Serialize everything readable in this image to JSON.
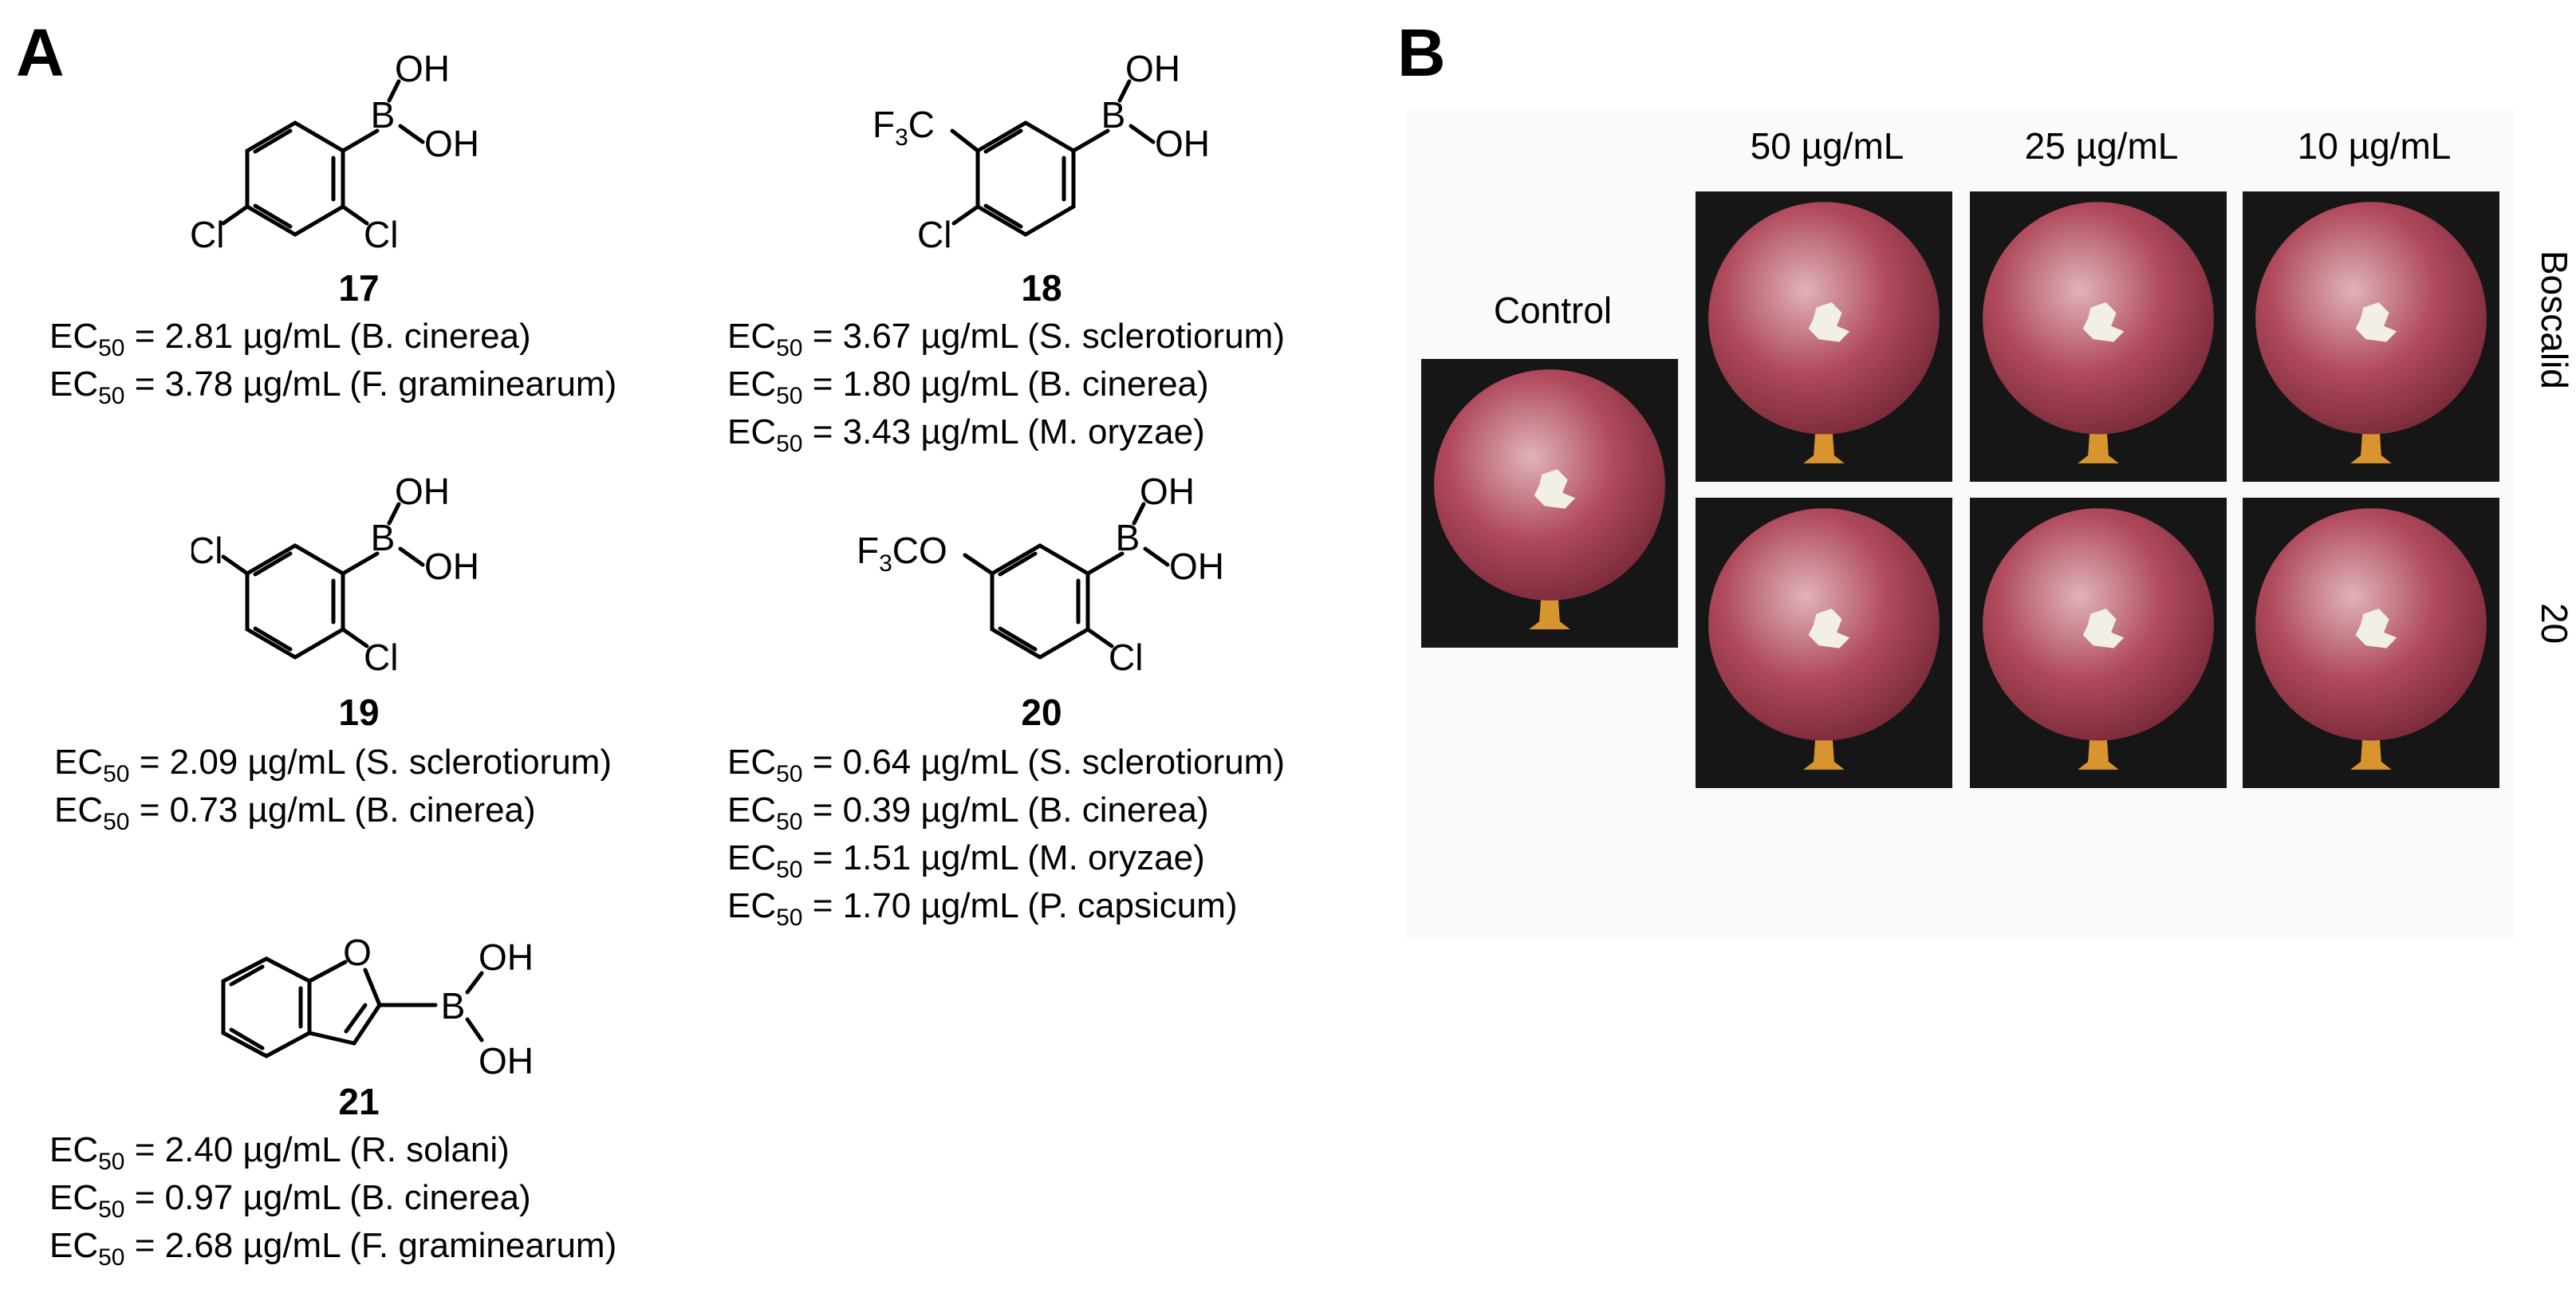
{
  "panel_a": {
    "label": "A",
    "compounds": [
      {
        "number": "17",
        "substituents": {
          "oh_top": "OH",
          "b": "B",
          "oh_right": "OH",
          "cl_left": "Cl",
          "cl_right": "Cl"
        },
        "activities": [
          {
            "prefix": "EC",
            "sub": "50",
            "value": " = 2.81 µg/mL (B. cinerea)"
          },
          {
            "prefix": "EC",
            "sub": "50",
            "value": " = 3.78 µg/mL (F. graminearum)"
          }
        ]
      },
      {
        "number": "18",
        "substituents": {
          "oh_top": "OH",
          "b": "B",
          "oh_right": "OH",
          "cf3_f": "F",
          "cf3_sub": "3",
          "cf3_c": "C",
          "cl": "Cl"
        },
        "activities": [
          {
            "prefix": "EC",
            "sub": "50",
            "value": " = 3.67 µg/mL (S. sclerotiorum)"
          },
          {
            "prefix": "EC",
            "sub": "50",
            "value": " = 1.80 µg/mL (B. cinerea)"
          },
          {
            "prefix": "EC",
            "sub": "50",
            "value": " = 3.43 µg/mL (M. oryzae)"
          }
        ]
      },
      {
        "number": "19",
        "substituents": {
          "oh_top": "OH",
          "b": "B",
          "oh_right": "OH",
          "cl_top": "Cl",
          "cl_bottom": "Cl"
        },
        "activities": [
          {
            "prefix": "EC",
            "sub": "50",
            "value": " = 2.09 µg/mL (S. sclerotiorum)"
          },
          {
            "prefix": "EC",
            "sub": "50",
            "value": " = 0.73 µg/mL (B. cinerea)"
          }
        ]
      },
      {
        "number": "20",
        "substituents": {
          "oh_top": "OH",
          "b": "B",
          "oh_right": "OH",
          "ocf3_f": "F",
          "ocf3_sub": "3",
          "ocf3_co": "CO",
          "cl": "Cl"
        },
        "activities": [
          {
            "prefix": "EC",
            "sub": "50",
            "value": " = 0.64 µg/mL (S. sclerotiorum)"
          },
          {
            "prefix": "EC",
            "sub": "50",
            "value": " = 0.39 µg/mL (B. cinerea)"
          },
          {
            "prefix": "EC",
            "sub": "50",
            "value": " = 1.51 µg/mL (M. oryzae)"
          },
          {
            "prefix": "EC",
            "sub": "50",
            "value": " = 1.70 µg/mL (P. capsicum)"
          }
        ]
      },
      {
        "number": "21",
        "substituents": {
          "o": "O",
          "b": "B",
          "oh_top": "OH",
          "oh_bottom": "OH"
        },
        "activities": [
          {
            "prefix": "EC",
            "sub": "50",
            "value": " = 2.40 µg/mL (R. solani)"
          },
          {
            "prefix": "EC",
            "sub": "50",
            "value": " = 0.97 µg/mL (B. cinerea)"
          },
          {
            "prefix": "EC",
            "sub": "50",
            "value": " = 2.68 µg/mL (F. graminearum)"
          }
        ]
      }
    ]
  },
  "panel_b": {
    "label": "B",
    "control_label": "Control",
    "column_headers": [
      "50 µg/mL",
      "25 µg/mL",
      "10 µg/mL"
    ],
    "row_labels": [
      "Boscalid",
      "20"
    ],
    "colors": {
      "photo_background": "#161616",
      "grape_base": "#b04a5c",
      "grape_highlight": "#e0b3bb",
      "mold": "#f2f0e6",
      "stem": "#d8942e"
    }
  }
}
